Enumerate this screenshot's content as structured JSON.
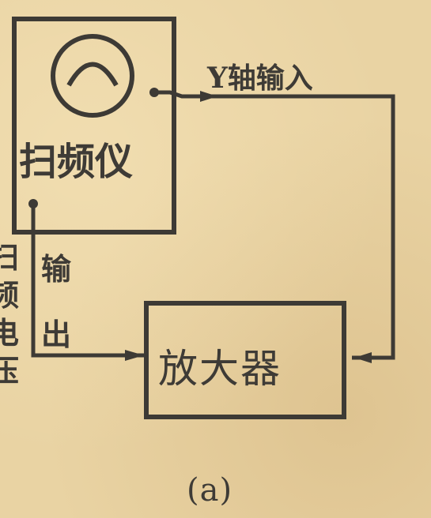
{
  "blocks": {
    "sweeper": "扫频仪",
    "amplifier": "放大器"
  },
  "labels": {
    "y_axis_input": "Y轴输入",
    "output_line1": "输",
    "output_line2": "出",
    "left_vertical": "扫频电压"
  },
  "caption": "(a)",
  "colors": {
    "paper": "#e9d3a3",
    "ink": "#3d3a35"
  },
  "icons": {
    "screen": "sweep-curve-icon"
  }
}
